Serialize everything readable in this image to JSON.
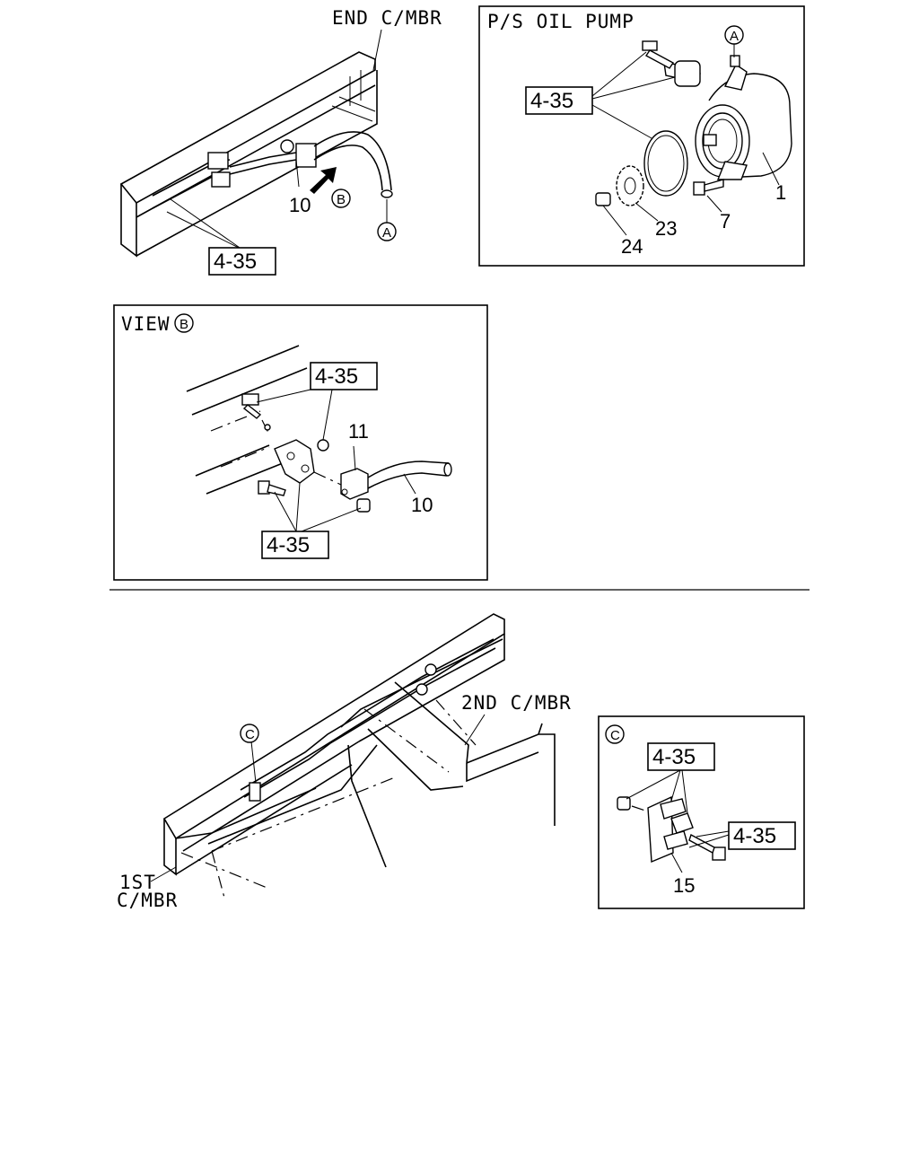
{
  "labels": {
    "end_cmbr": "END C/MBR",
    "ps_oil_pump": "P/S OIL PUMP",
    "view": "VIEW",
    "second_cmbr": "2ND C/MBR",
    "first_cmbr_line1": "1ST",
    "first_cmbr_line2": "C/MBR"
  },
  "circle_markers": {
    "a": "A",
    "b": "B",
    "c": "C"
  },
  "ref_code": "4-35",
  "part_numbers": {
    "pump": "1",
    "bolt": "7",
    "hose": "10",
    "bracket_clip": "11",
    "clip": "15",
    "gear": "23",
    "nut": "24"
  }
}
